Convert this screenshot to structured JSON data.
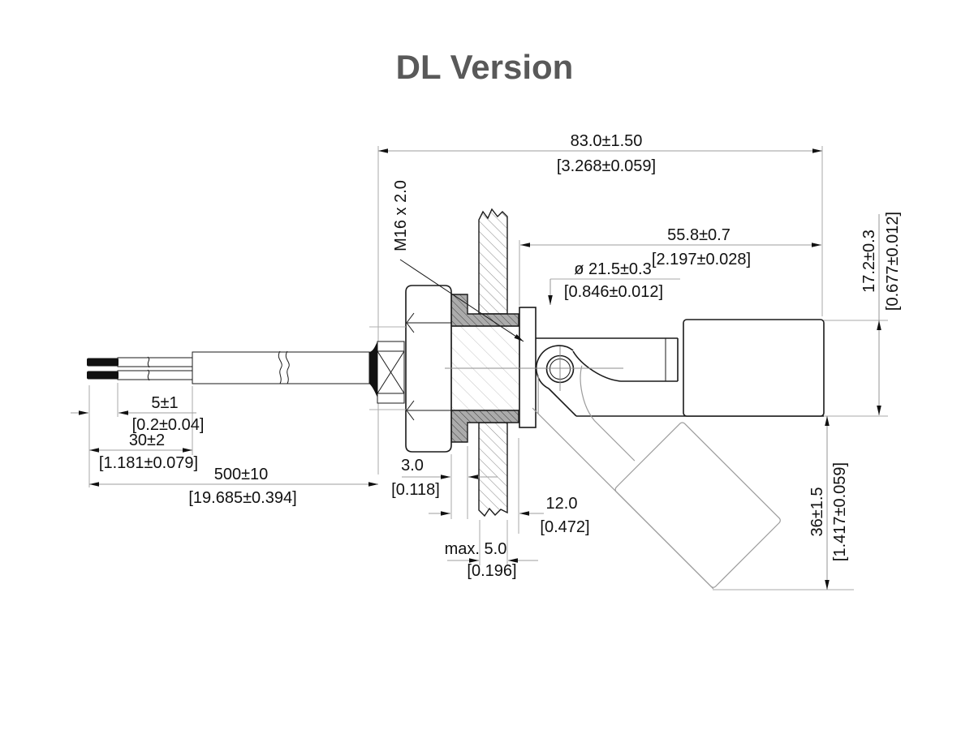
{
  "title": "DL Version",
  "dims": {
    "overall": {
      "mm": "83.0±1.50",
      "in": "[3.268±0.059]"
    },
    "body": {
      "mm": "55.8±0.7",
      "in": "[2.197±0.028]"
    },
    "flange": {
      "mm": "ø 21.5±0.3",
      "in": "[0.846±0.012]"
    },
    "thread_label": "M16 x 2.0",
    "float_height": {
      "mm": "17.2±0.3",
      "in": "[0.677±0.012]"
    },
    "float_travel": {
      "mm": "36±1.5",
      "in": "[1.417±0.059]"
    },
    "wire_strip": {
      "mm": "5±1",
      "in": "[0.2±0.04]"
    },
    "jacket_strip": {
      "mm": "30±2",
      "in": "[1.181±0.079]"
    },
    "cable_length": {
      "mm": "500±10",
      "in": "[19.685±0.394]"
    },
    "gasket_thickness": {
      "mm": "3.0",
      "in": "[0.118]"
    },
    "panel_thickness": {
      "mm": "max. 5.0",
      "in": "[0.196]"
    },
    "thread_protrusion": {
      "mm": "12.0",
      "in": "[0.472]"
    }
  },
  "colors": {
    "title": "#595959",
    "outline": "#1a1a1a",
    "dimension_lines": "#9e9e9e",
    "gasket_fill": "#ababab"
  }
}
